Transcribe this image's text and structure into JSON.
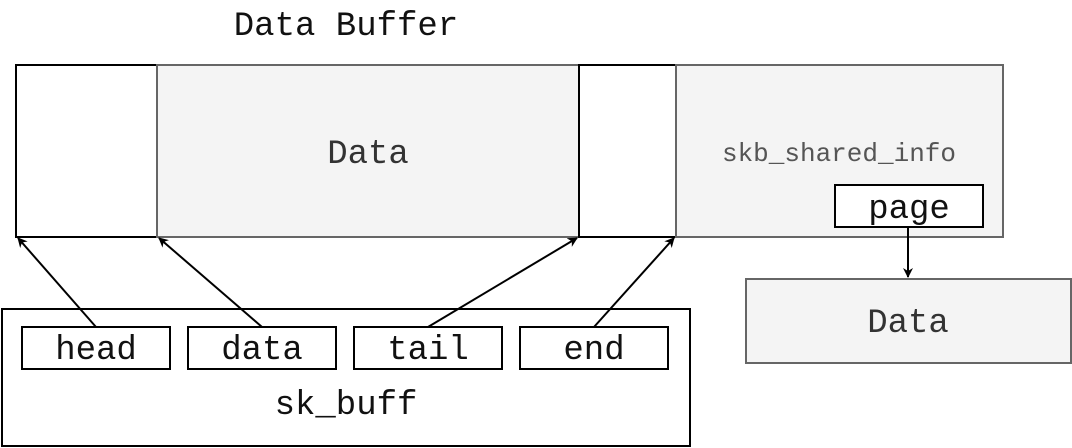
{
  "title": "Data Buffer",
  "buffer": {
    "data_label": "Data",
    "shared_info_label": "skb_shared_info",
    "page_label": "page"
  },
  "page_data_label": "Data",
  "sk_buff": {
    "label": "sk_buff",
    "fields": [
      "head",
      "data",
      "tail",
      "end"
    ]
  },
  "colors": {
    "stroke": "#000000",
    "shaded_fill": "#f4f4f4",
    "shaded_stroke": "#666666",
    "shaded_text": "#333333",
    "muted_text": "#555555"
  }
}
